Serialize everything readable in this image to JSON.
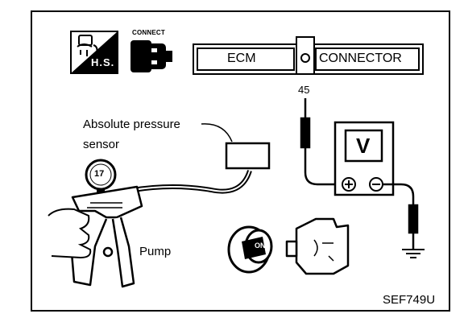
{
  "header": {
    "hs_label": "H.S.",
    "connect_label": "CONNECT",
    "ecm_label": "ECM",
    "connector_label": "CONNECTOR"
  },
  "labels": {
    "terminal": "45",
    "sensor_line1": "Absolute pressure",
    "sensor_line2": "sensor",
    "pump": "Pump",
    "voltmeter": "V",
    "gauge_reading": "17",
    "key_label": "ON",
    "figure_code": "SEF749U"
  },
  "icons": [
    "wiring-harness-icon",
    "connector-plug-icon",
    "pressure-gauge-icon",
    "ignition-key-icon",
    "engine-icon",
    "ground-icon",
    "voltmeter-icon"
  ]
}
